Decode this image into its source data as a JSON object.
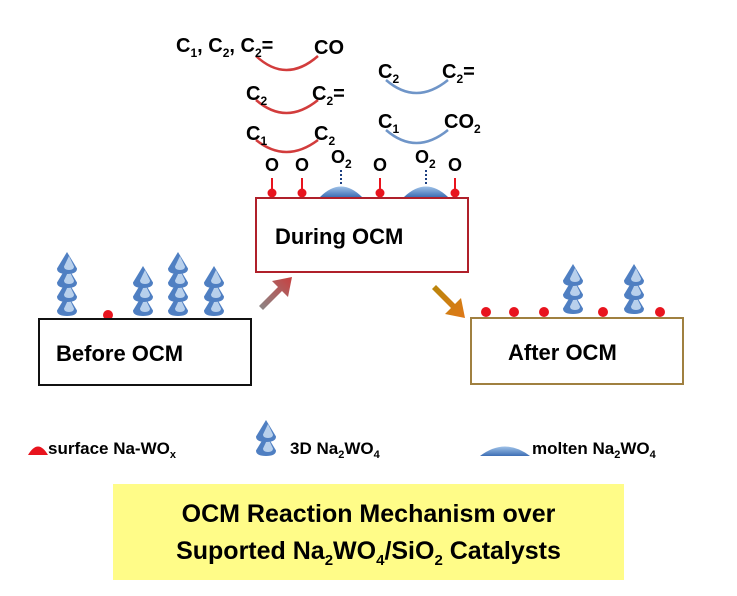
{
  "during": {
    "box_label": "During OCM",
    "chain_red": [
      {
        "left": "C1, C2, C2=",
        "right": "CO"
      },
      {
        "left": "C2",
        "right": "C2="
      },
      {
        "left": "C1",
        "right": "C2"
      }
    ],
    "chain_blue": [
      {
        "left": "C2",
        "right": "C2="
      },
      {
        "left": "C1",
        "right": "CO2"
      }
    ],
    "oxygen_atom": "O",
    "oxygen_molecule": "O2"
  },
  "before": {
    "box_label": "Before OCM"
  },
  "after": {
    "box_label": "After OCM"
  },
  "legend": {
    "surface": "surface Na-WOx",
    "three_d": "3D Na2WO4",
    "molten": "molten Na2WO4"
  },
  "banner": {
    "line1": "OCM Reaction Mechanism over",
    "line2": "Suported Na2WO4/SiO2 Catalysts"
  },
  "colors": {
    "red_site": "#e8141e",
    "blue_crystal": "#4f7fc2",
    "light_crystal": "#b8d0ec",
    "red_arrow": "#d23c3c",
    "blue_arrow": "#6f95c8",
    "during_border": "#b0202a",
    "after_border": "#a08040",
    "banner": "#fffc88"
  }
}
